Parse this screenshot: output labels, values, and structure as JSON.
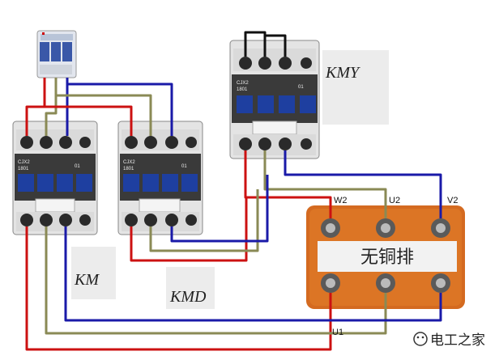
{
  "labels": {
    "km": "KM",
    "kmd": "KMD",
    "kmy": "KMY",
    "w2": "W2",
    "u2": "U2",
    "v2": "V2",
    "u1": "U1",
    "cover_text": "无铜排",
    "watermark": "电工之家",
    "contactor_model": "CJX2",
    "contactor_code": "1801",
    "contact_no": "01"
  },
  "colors": {
    "red": "#cc1111",
    "blue": "#1a1aa8",
    "olive": "#8a8a55",
    "black": "#111111",
    "motor_orange": "#d46a20"
  }
}
